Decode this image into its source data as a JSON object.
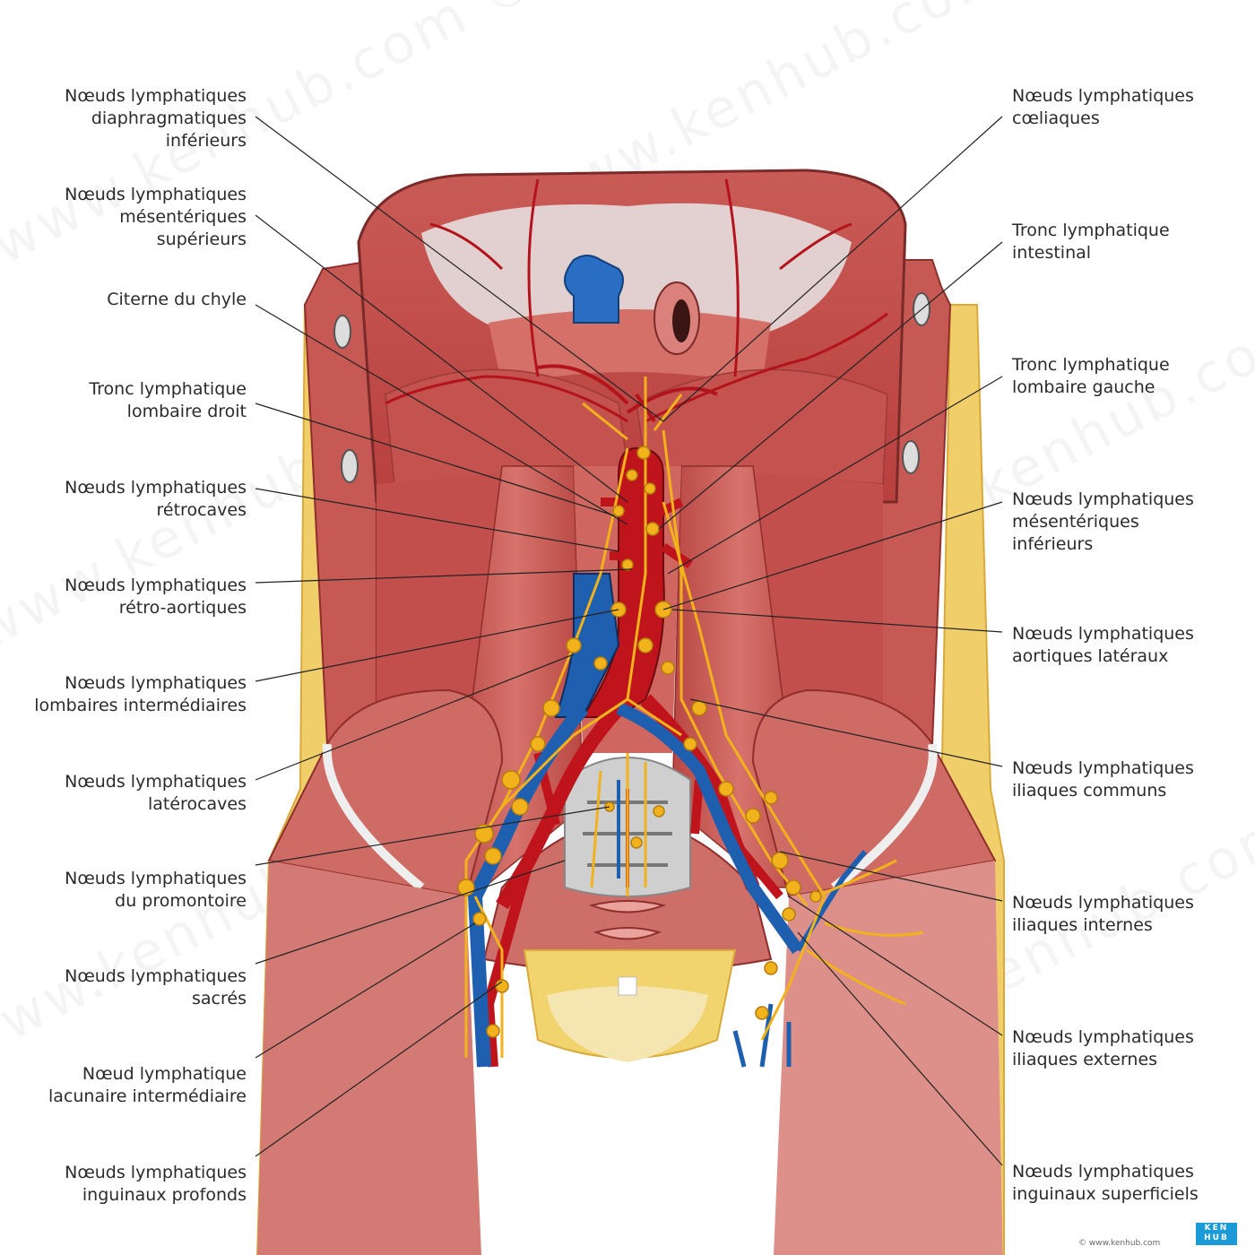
{
  "labels_left": [
    {
      "id": "diaphragmatic",
      "l1": "Nœuds lymphatiques",
      "l2": "diaphragmatiques",
      "l3": "inférieurs"
    },
    {
      "id": "sup-mesenteric",
      "l1": "Nœuds lymphatiques",
      "l2": "mésentériques",
      "l3": "supérieurs"
    },
    {
      "id": "chyle",
      "l1": "Citerne du chyle",
      "l2": "",
      "l3": ""
    },
    {
      "id": "right-lumbar-trunk",
      "l1": "Tronc lymphatique",
      "l2": "lombaire droit",
      "l3": ""
    },
    {
      "id": "retrocaval",
      "l1": "Nœuds lymphatiques",
      "l2": "rétrocaves",
      "l3": ""
    },
    {
      "id": "retroaortic",
      "l1": "Nœuds lymphatiques",
      "l2": "rétro-aortiques",
      "l3": ""
    },
    {
      "id": "intermediate-lumbar",
      "l1": "Nœuds lymphatiques",
      "l2": "lombaires intermédiaires",
      "l3": ""
    },
    {
      "id": "laterocaval",
      "l1": "Nœuds lymphatiques",
      "l2": "latérocaves",
      "l3": ""
    },
    {
      "id": "promontory",
      "l1": "Nœuds lymphatiques",
      "l2": "du promontoire",
      "l3": ""
    },
    {
      "id": "sacral",
      "l1": "Nœuds lymphatiques",
      "l2": "sacrés",
      "l3": ""
    },
    {
      "id": "lacunar",
      "l1": "Nœud lymphatique",
      "l2": "lacunaire intermédiaire",
      "l3": ""
    },
    {
      "id": "deep-inguinal",
      "l1": "Nœuds lymphatiques",
      "l2": "inguinaux profonds",
      "l3": ""
    }
  ],
  "labels_right": [
    {
      "id": "celiac",
      "l1": "Nœuds lymphatiques",
      "l2": "cœliaques",
      "l3": ""
    },
    {
      "id": "intestinal-trunk",
      "l1": "Tronc lymphatique",
      "l2": "intestinal",
      "l3": ""
    },
    {
      "id": "left-lumbar-trunk",
      "l1": "Tronc lymphatique",
      "l2": "lombaire gauche",
      "l3": ""
    },
    {
      "id": "inf-mesenteric",
      "l1": "Nœuds lymphatiques",
      "l2": "mésentériques",
      "l3": "inférieurs"
    },
    {
      "id": "lateral-aortic",
      "l1": "Nœuds lymphatiques",
      "l2": "aortiques latéraux",
      "l3": ""
    },
    {
      "id": "common-iliac",
      "l1": "Nœuds lymphatiques",
      "l2": "iliaques communs",
      "l3": ""
    },
    {
      "id": "internal-iliac",
      "l1": "Nœuds lymphatiques",
      "l2": "iliaques internes",
      "l3": ""
    },
    {
      "id": "external-iliac",
      "l1": "Nœuds lymphatiques",
      "l2": "iliaques externes",
      "l3": ""
    },
    {
      "id": "superficial-inguinal",
      "l1": "Nœuds lymphatiques",
      "l2": "inguinaux superficiels",
      "l3": ""
    }
  ],
  "logo": {
    "line1": "KEN",
    "line2": "HUB"
  },
  "copyright": "© www.kenhub.com",
  "watermark": "www.kenhub.com ©",
  "colors": {
    "muscle": "#c4534f",
    "muscle_light": "#d9817a",
    "artery": "#c0141c",
    "vein": "#1f5fb0",
    "lymph": "#f2b21c",
    "fat": "#f0cf6a",
    "tendon": "#e6e6e6"
  }
}
